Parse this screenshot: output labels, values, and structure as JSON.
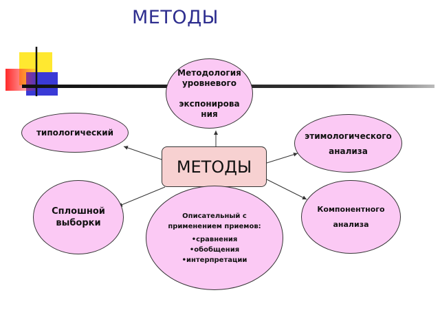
{
  "title": "МЕТОДЫ",
  "center": {
    "label": "МЕТОДЫ"
  },
  "nodes": {
    "top": {
      "lines": [
        "Методология",
        "уровневого",
        "",
        "экспонирова",
        "ния"
      ]
    },
    "left": {
      "label": "типологический"
    },
    "right": {
      "lines": [
        "этимологического",
        "анализа"
      ]
    },
    "bottom_left": {
      "lines": [
        "Сплошной",
        "выборки"
      ]
    },
    "bottom": {
      "lines": [
        "Описательный с",
        "применением приемов:"
      ],
      "bullets": [
        "•сравнения",
        "•обобщения",
        "•интерпретации"
      ]
    },
    "bottom_right": {
      "lines": [
        "Компонентного",
        "анализа"
      ]
    }
  },
  "colors": {
    "node_fill": "#fbc9f4",
    "center_fill": "#f7d1d1",
    "title": "#2e2e8f",
    "deco_yellow": "#ffe830",
    "deco_red": "#ff2a2a",
    "deco_blue": "#3a3ad6"
  }
}
